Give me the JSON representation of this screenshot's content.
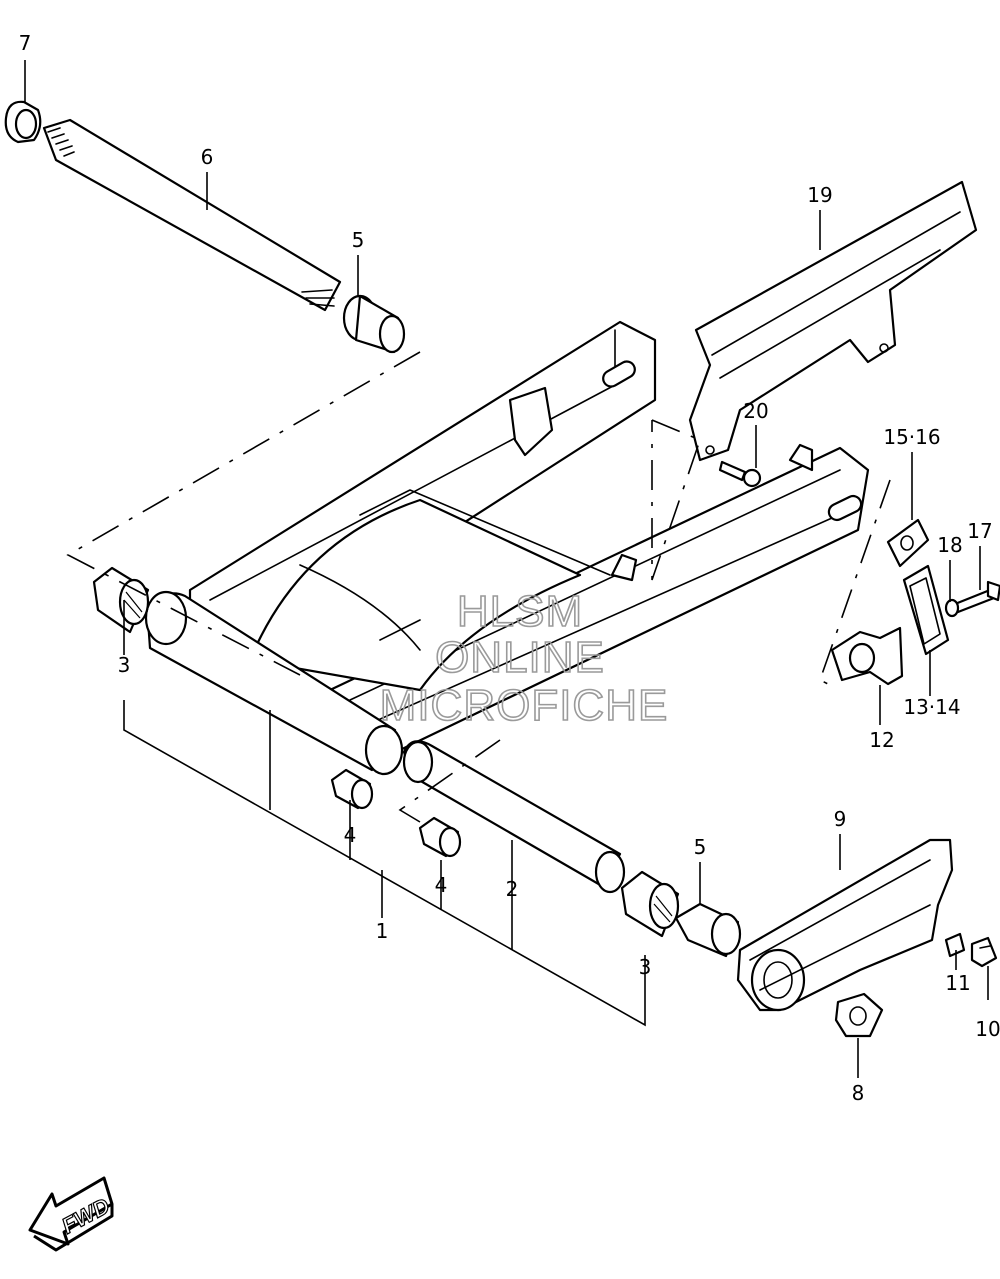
{
  "callouts": {
    "c7": "7",
    "c6": "6",
    "c5a": "5",
    "c19": "19",
    "c20": "20",
    "c15_16": "15·16",
    "c17": "17",
    "c18": "18",
    "c3a": "3",
    "c4a": "4",
    "c4b": "4",
    "c2": "2",
    "c1": "1",
    "c5b": "5",
    "c9": "9",
    "c3b": "3",
    "c12": "12",
    "c13_14": "13·14",
    "c11": "11",
    "c10": "10",
    "c8": "8"
  },
  "watermark": {
    "line1": "HLSM",
    "line2": "ONLINE",
    "line3": "MICROFICHE"
  },
  "fwd_label": "FWD",
  "colors": {
    "ink": "#000000",
    "paper": "#ffffff",
    "watermark": "#9a9a9a"
  }
}
